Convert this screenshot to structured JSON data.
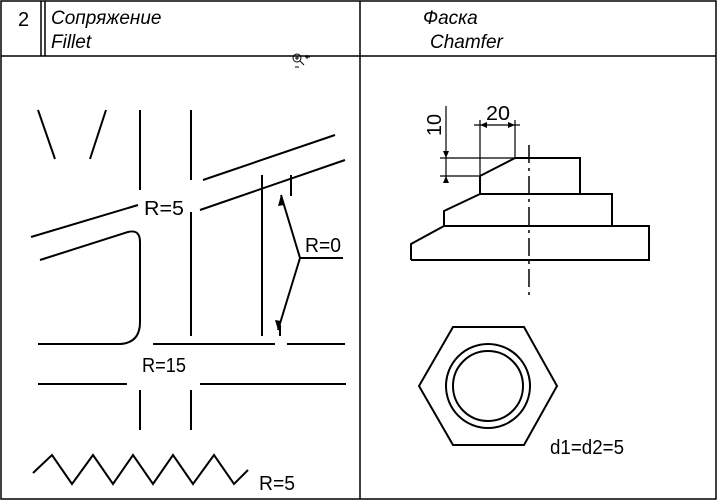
{
  "header": {
    "number": "2",
    "fillet_ru": "Сопряжение",
    "fillet_en": "Fillet",
    "chamfer_ru": "Фаска",
    "chamfer_en": "Chamfer"
  },
  "labels": {
    "r5_top": "R=5",
    "r0": "R=0",
    "r15": "R=15",
    "r5_zigzag": "R=5",
    "dim_10": "10",
    "dim_20": "20",
    "nut_note": "d1=d2=5"
  },
  "icons": {
    "cursor": "zoom-cursor-icon"
  }
}
